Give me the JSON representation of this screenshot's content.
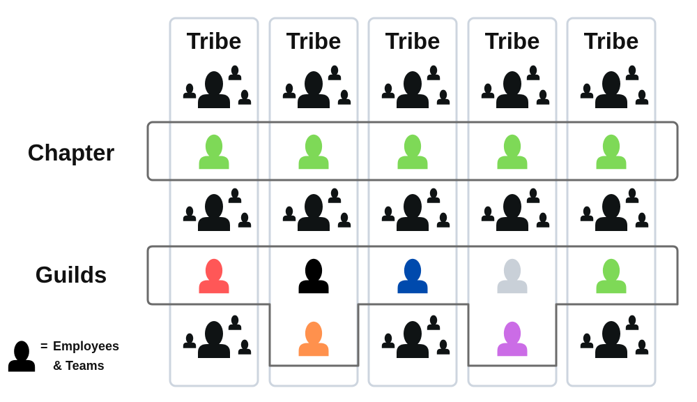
{
  "columns": [
    {
      "title": "Tribe",
      "chapter_color": "#7ed957",
      "guild_color": "#ff5757",
      "bottom": "team",
      "bottom_color": "#0f1314"
    },
    {
      "title": "Tribe",
      "chapter_color": "#7ed957",
      "guild_color": "#000000",
      "bottom": "person",
      "bottom_color": "#ff914d"
    },
    {
      "title": "Tribe",
      "chapter_color": "#7ed957",
      "guild_color": "#004aad",
      "bottom": "team",
      "bottom_color": "#0f1314"
    },
    {
      "title": "Tribe",
      "chapter_color": "#7ed957",
      "guild_color": "#c9d0d8",
      "bottom": "person",
      "bottom_color": "#cb6ce6"
    },
    {
      "title": "Tribe",
      "chapter_color": "#7ed957",
      "guild_color": "#7ed957",
      "bottom": "team",
      "bottom_color": "#0f1314"
    }
  ],
  "rows": {
    "chapter_label": "Chapter",
    "guilds_label": "Guilds"
  },
  "legend": {
    "symbol": "=",
    "line1": "Employees",
    "line2": "& Teams"
  },
  "colors": {
    "tribe_border": "#cdd5df",
    "band_border": "#6b6b6b",
    "team_icon": "#0f1314"
  },
  "icons": {
    "team": "team-group-icon",
    "person": "person-icon"
  }
}
